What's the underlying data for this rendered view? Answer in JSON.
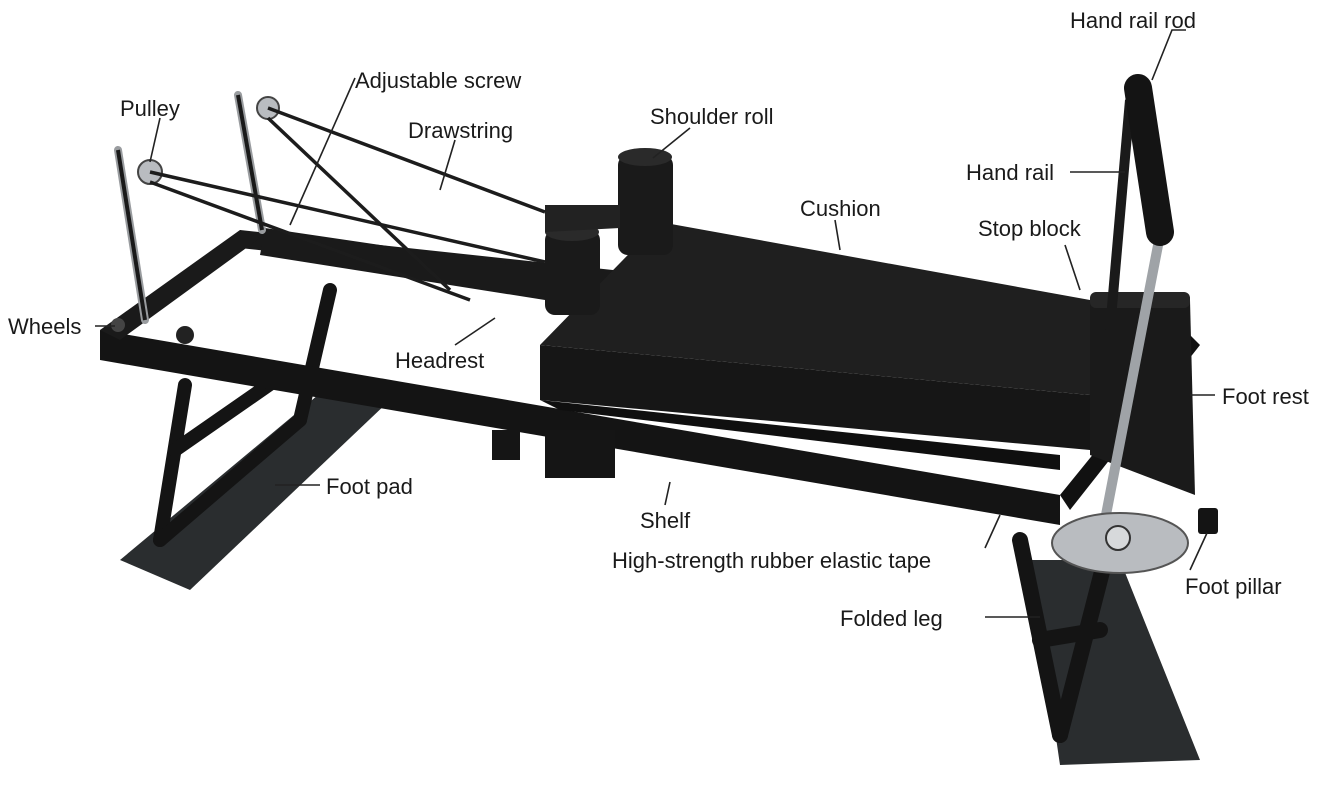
{
  "colors": {
    "frame": "#141414",
    "cushion": "#1c1c1c",
    "metal": "#b9bcc0",
    "mat": "#2a2d2f",
    "leader": "#222222"
  },
  "labels": {
    "hand_rail_rod": "Hand rail rod",
    "adjustable_screw": "Adjustable screw",
    "pulley": "Pulley",
    "shoulder_roll": "Shoulder roll",
    "drawstring": "Drawstring",
    "hand_rail": "Hand rail",
    "cushion": "Cushion",
    "stop_block": "Stop block",
    "wheels": "Wheels",
    "headrest": "Headrest",
    "foot_rest": "Foot rest",
    "foot_pad": "Foot pad",
    "shelf": "Shelf",
    "elastic_tape": "High-strength rubber elastic tape",
    "foot_pillar": "Foot pillar",
    "folded_leg": "Folded leg"
  }
}
